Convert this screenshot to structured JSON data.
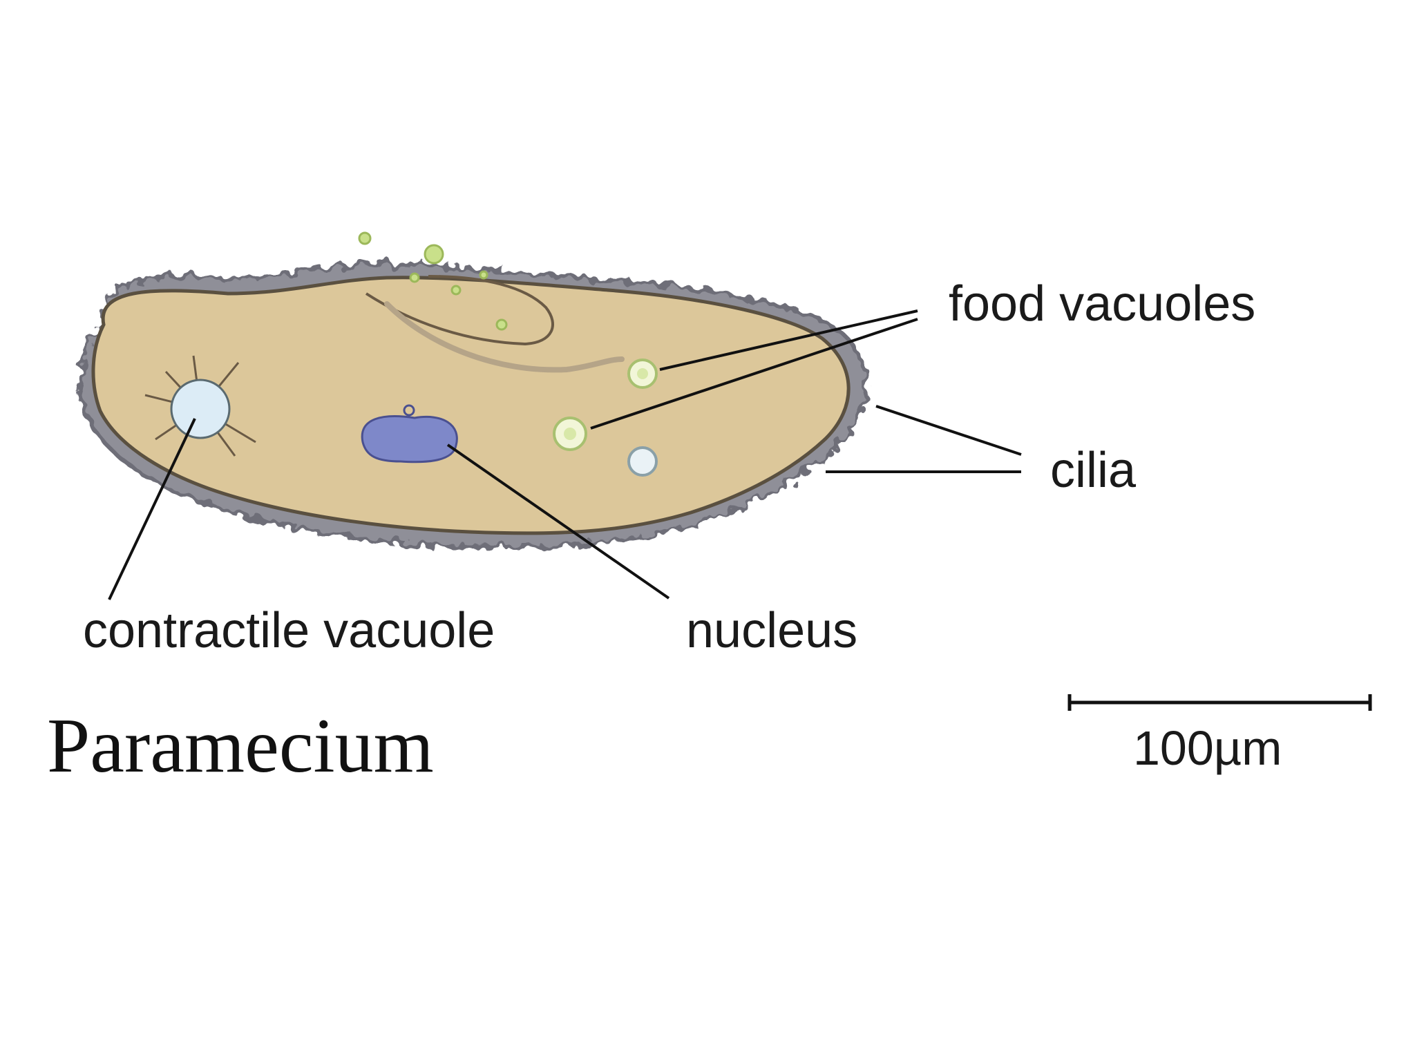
{
  "title": "Paramecium",
  "labels": {
    "food_vacuoles": "food vacuoles",
    "cilia": "cilia",
    "contractile_vacuole": "contractile vacuole",
    "nucleus": "nucleus"
  },
  "scale_bar": {
    "label": "100µm"
  },
  "colors": {
    "cell_body": "#dcc79a",
    "cell_outline": "#5a5040",
    "cilia_fringe": "#8f8f98",
    "nucleus": "#7e88c9",
    "contractile_vacuole": "#dcecf6",
    "food_vacuole": "#f2f6d8",
    "food_particle": "#c9e08a"
  }
}
